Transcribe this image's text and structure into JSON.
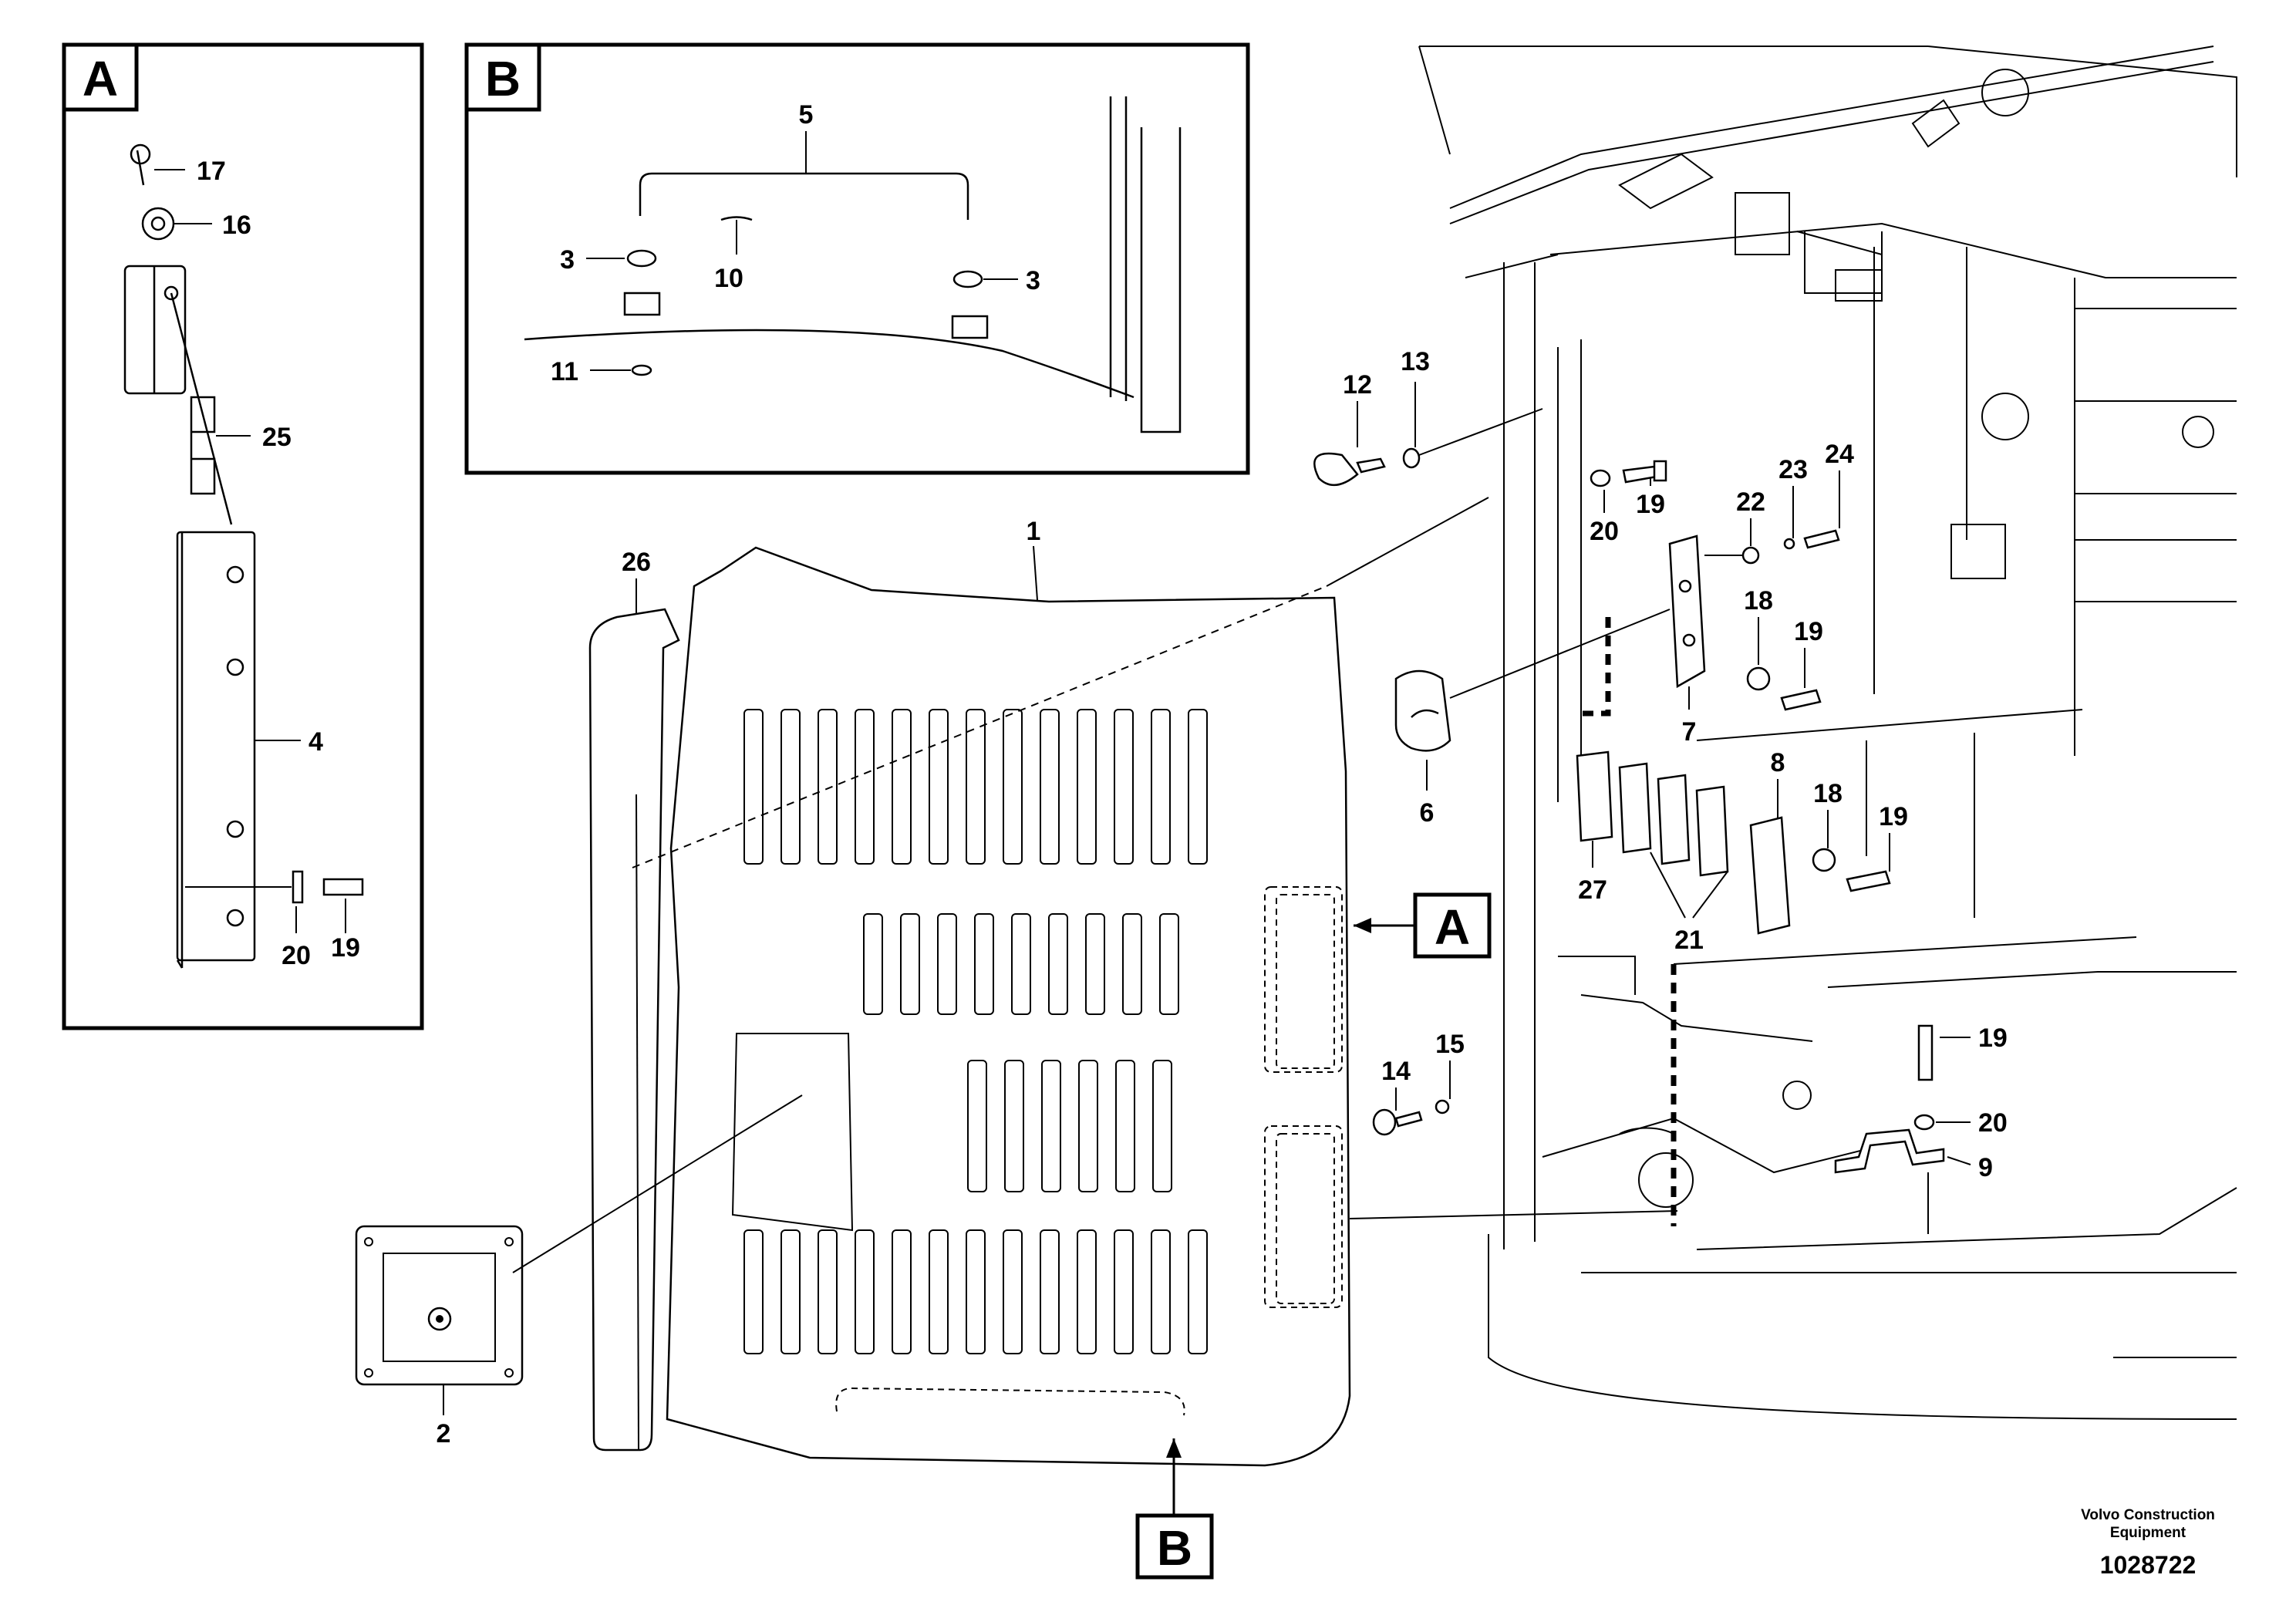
{
  "detail_a": {
    "title": "A",
    "labels": {
      "p17": "17",
      "p16": "16",
      "p25": "25",
      "p4": "4",
      "p20": "20",
      "p19": "19"
    }
  },
  "detail_b": {
    "title": "B",
    "labels": {
      "p5": "5",
      "p3a": "3",
      "p3b": "3",
      "p10": "10",
      "p11": "11"
    }
  },
  "main": {
    "callout_a": "A",
    "callout_b": "B",
    "labels": {
      "p1": "1",
      "p2": "2",
      "p26": "26",
      "p12": "12",
      "p13": "13",
      "p19a": "19",
      "p20a": "20",
      "p22": "22",
      "p23": "23",
      "p24": "24",
      "p18a": "18",
      "p19b": "19",
      "p6": "6",
      "p7": "7",
      "p8": "8",
      "p18b": "18",
      "p19c": "19",
      "p27": "27",
      "p21": "21",
      "p14": "14",
      "p15": "15",
      "p19d": "19",
      "p20b": "20",
      "p9": "9"
    }
  },
  "footer": {
    "brand_line1": "Volvo Construction",
    "brand_line2": "Equipment",
    "drawing_number": "1028722"
  }
}
